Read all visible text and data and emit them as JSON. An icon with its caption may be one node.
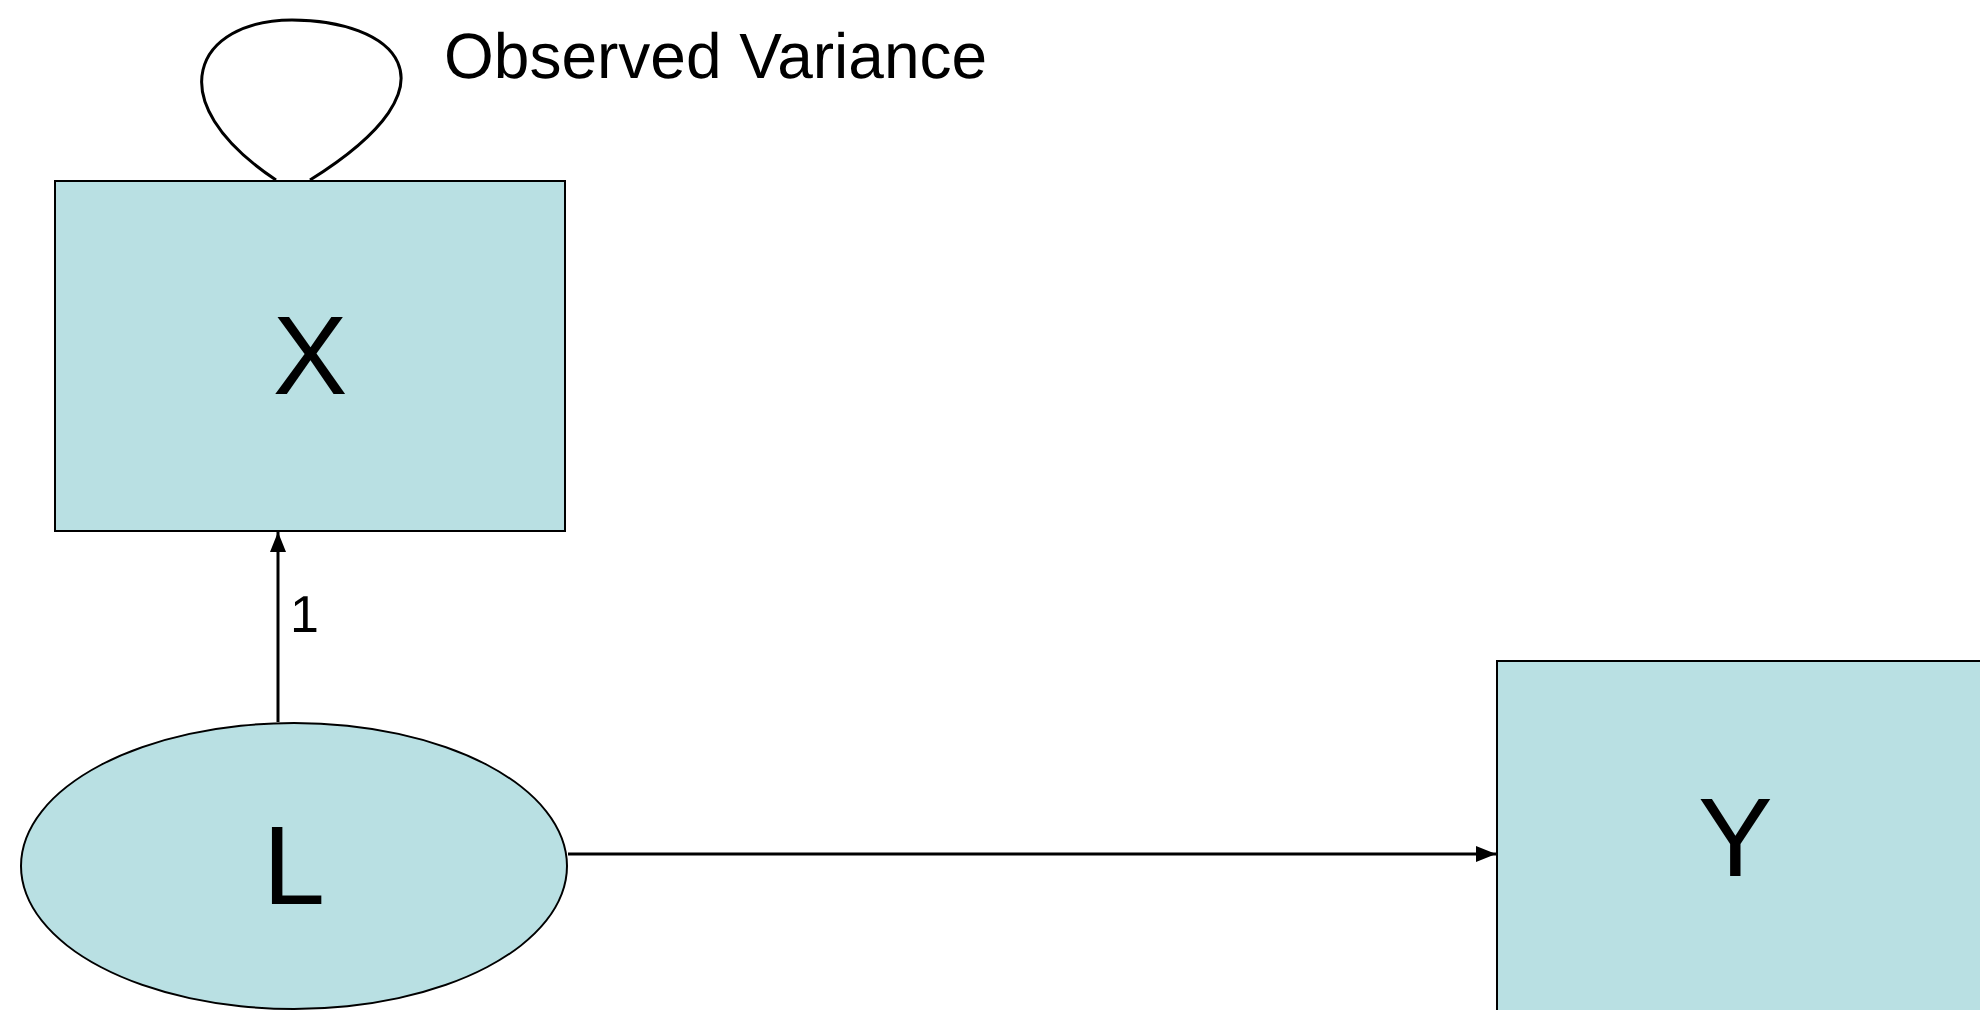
{
  "diagram": {
    "nodes": [
      {
        "text": [
          "X"
        ]
      },
      {
        "text": [
          "L"
        ]
      },
      {
        "text": [
          "Y"
        ]
      }
    ],
    "edges": [
      {
        "from": 0,
        "to": 0,
        "arrow": "none",
        "label": "Observed Variance"
      },
      {
        "from": 1,
        "to": 0,
        "arrow": "to",
        "label": "1"
      },
      {
        "from": 1,
        "to": 2,
        "arrow": "to"
      }
    ]
  }
}
